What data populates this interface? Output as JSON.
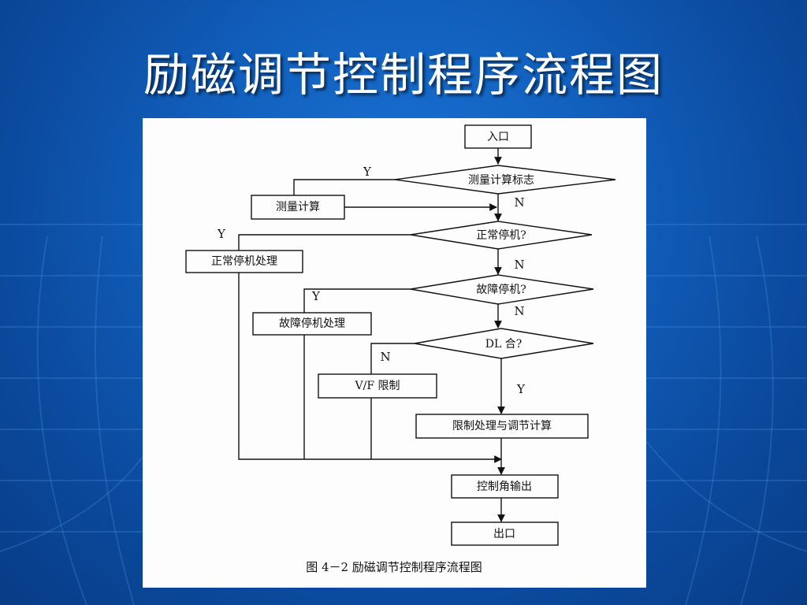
{
  "slide": {
    "title": "励磁调节控制程序流程图"
  },
  "colors": {
    "background": "#1261bf",
    "title_text": "#ffffff",
    "panel": "#fdfdfd",
    "line": "#111111"
  },
  "flowchart": {
    "caption": "图 4－2  励磁调节控制程序流程图",
    "nodes": {
      "entry": "入口",
      "measure_flag": "测量计算标志",
      "measure_calc": "测量计算",
      "normal_stop_q": "正常停机?",
      "normal_stop_proc": "正常停机处理",
      "fault_stop_q": "故障停机?",
      "fault_stop_proc": "故障停机处理",
      "dl_q": "DL 合?",
      "vf_limit": "V/F 限制",
      "limit_adjust": "限制处理与调节计算",
      "angle_output": "控制角输出",
      "exit": "出口"
    },
    "branch_labels": {
      "measure_flag_yes": "Y",
      "measure_flag_no": "N",
      "normal_stop_yes": "Y",
      "normal_stop_no": "N",
      "fault_stop_yes": "Y",
      "fault_stop_no": "N",
      "dl_no": "N",
      "dl_yes": "Y"
    }
  }
}
